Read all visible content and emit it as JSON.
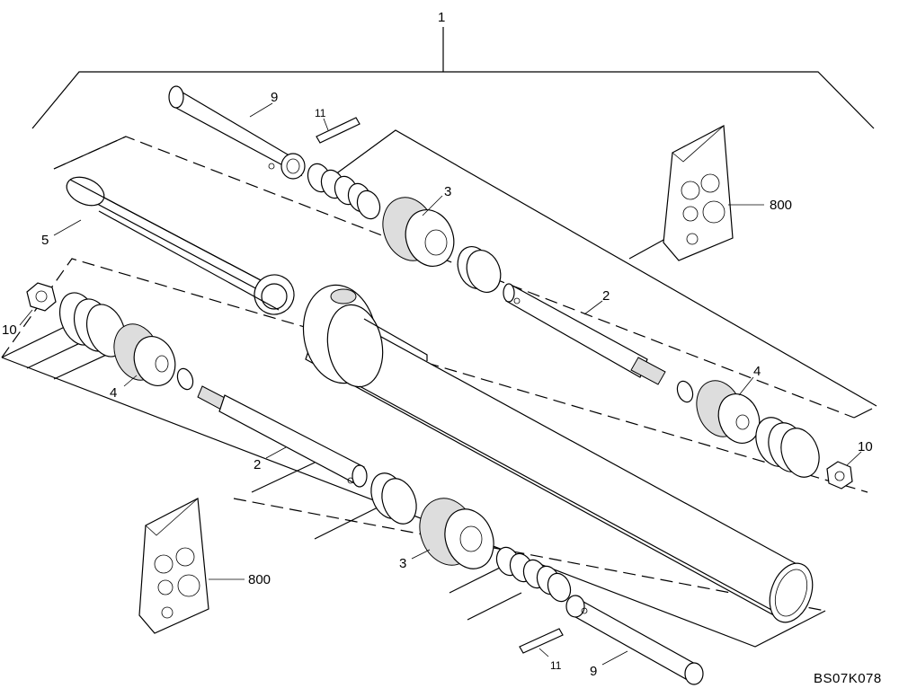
{
  "drawing_code": "BS07K078",
  "callouts": {
    "assembly": "1",
    "rod_top": "2",
    "rod_bottom": "2",
    "head_top": "3",
    "head_bottom": "3",
    "piston_left": "4",
    "piston_right": "4",
    "tube": "5",
    "pin_top": "9",
    "pin_bottom": "9",
    "nut_left": "10",
    "nut_right": "10",
    "roll_pin_top": "11",
    "roll_pin_bottom": "11",
    "seal_kit_top": "800",
    "seal_kit_bottom": "800"
  }
}
